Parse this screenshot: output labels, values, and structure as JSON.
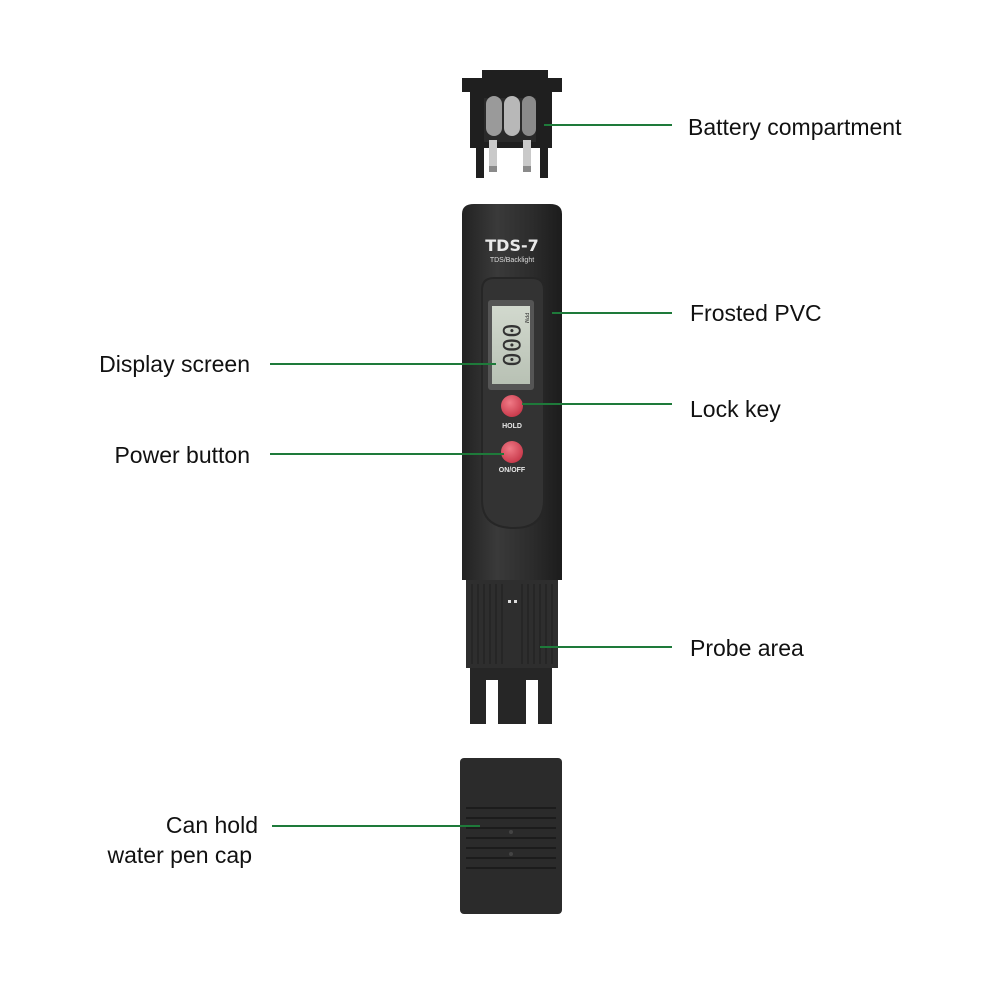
{
  "device": {
    "model": "TDS-7",
    "subtitle": "TDS/Backlight",
    "display_reading": "000",
    "display_unit": "PPM",
    "hold_label": "HOLD",
    "onoff_label": "ON/OFF"
  },
  "callouts": {
    "battery": "Battery compartment",
    "frosted": "Frosted PVC",
    "display": "Display screen",
    "lock": "Lock key",
    "power": "Power button",
    "probe": "Probe area",
    "cap_line1": "Can hold",
    "cap_line2": "water pen cap"
  },
  "colors": {
    "body": "#2b2b2b",
    "leader_line": "#1e7a3a",
    "button": "#e0505f",
    "lcd": "#c7cfc4"
  }
}
